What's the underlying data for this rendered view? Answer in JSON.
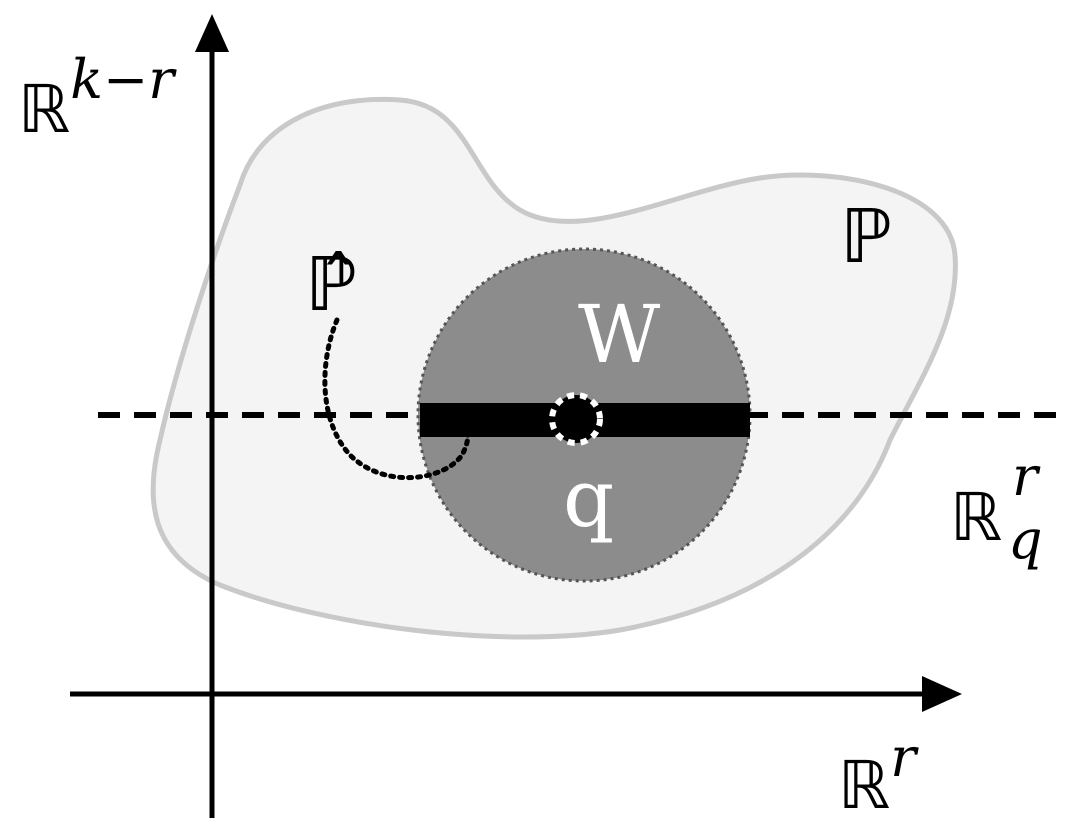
{
  "labels": {
    "vertical_axis": {
      "base": "ℝ",
      "sup": "k−r"
    },
    "horizontal_axis": {
      "base": "ℝ",
      "sup": "r"
    },
    "line": {
      "base": "ℝ",
      "sup": "r",
      "sub": "q"
    },
    "region_outer": "ℙ",
    "region_hat": "ℙ̂",
    "disk": "W",
    "point": "q"
  },
  "colors": {
    "outer_fill": "#f4f4f4",
    "outer_stroke": "#c9c9c9",
    "disk_fill": "#8c8c8c",
    "disk_stroke": "#555555",
    "segment": "#000000",
    "axes": "#000000",
    "text_dark": "#000000",
    "text_light": "#ffffff"
  }
}
